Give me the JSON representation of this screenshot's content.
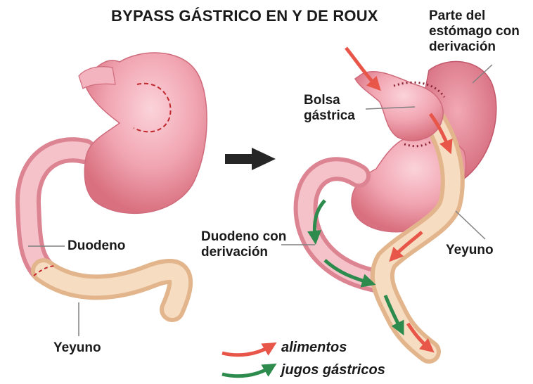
{
  "title": "BYPASS GÁSTRICO EN Y DE ROUX",
  "labels": {
    "bypassed_stomach": [
      "Parte del",
      "estómago con",
      "derivación"
    ],
    "pouch": [
      "Bolsa",
      "gástrica"
    ],
    "duodenum_left": "Duodeno",
    "jejunum_left": "Yeyuno",
    "duodenum_right": [
      "Duodeno con",
      "derivación"
    ],
    "jejunum_right": "Yeyuno"
  },
  "legend": {
    "food": "alimentos",
    "juices": "jugos gástricos"
  },
  "colors": {
    "food_arrow": "#e8564a",
    "juice_arrow": "#2e8b4e",
    "stomach": "#ea8d9d",
    "jejunum": "#f1cda6",
    "transition_arrow": "#262626"
  }
}
